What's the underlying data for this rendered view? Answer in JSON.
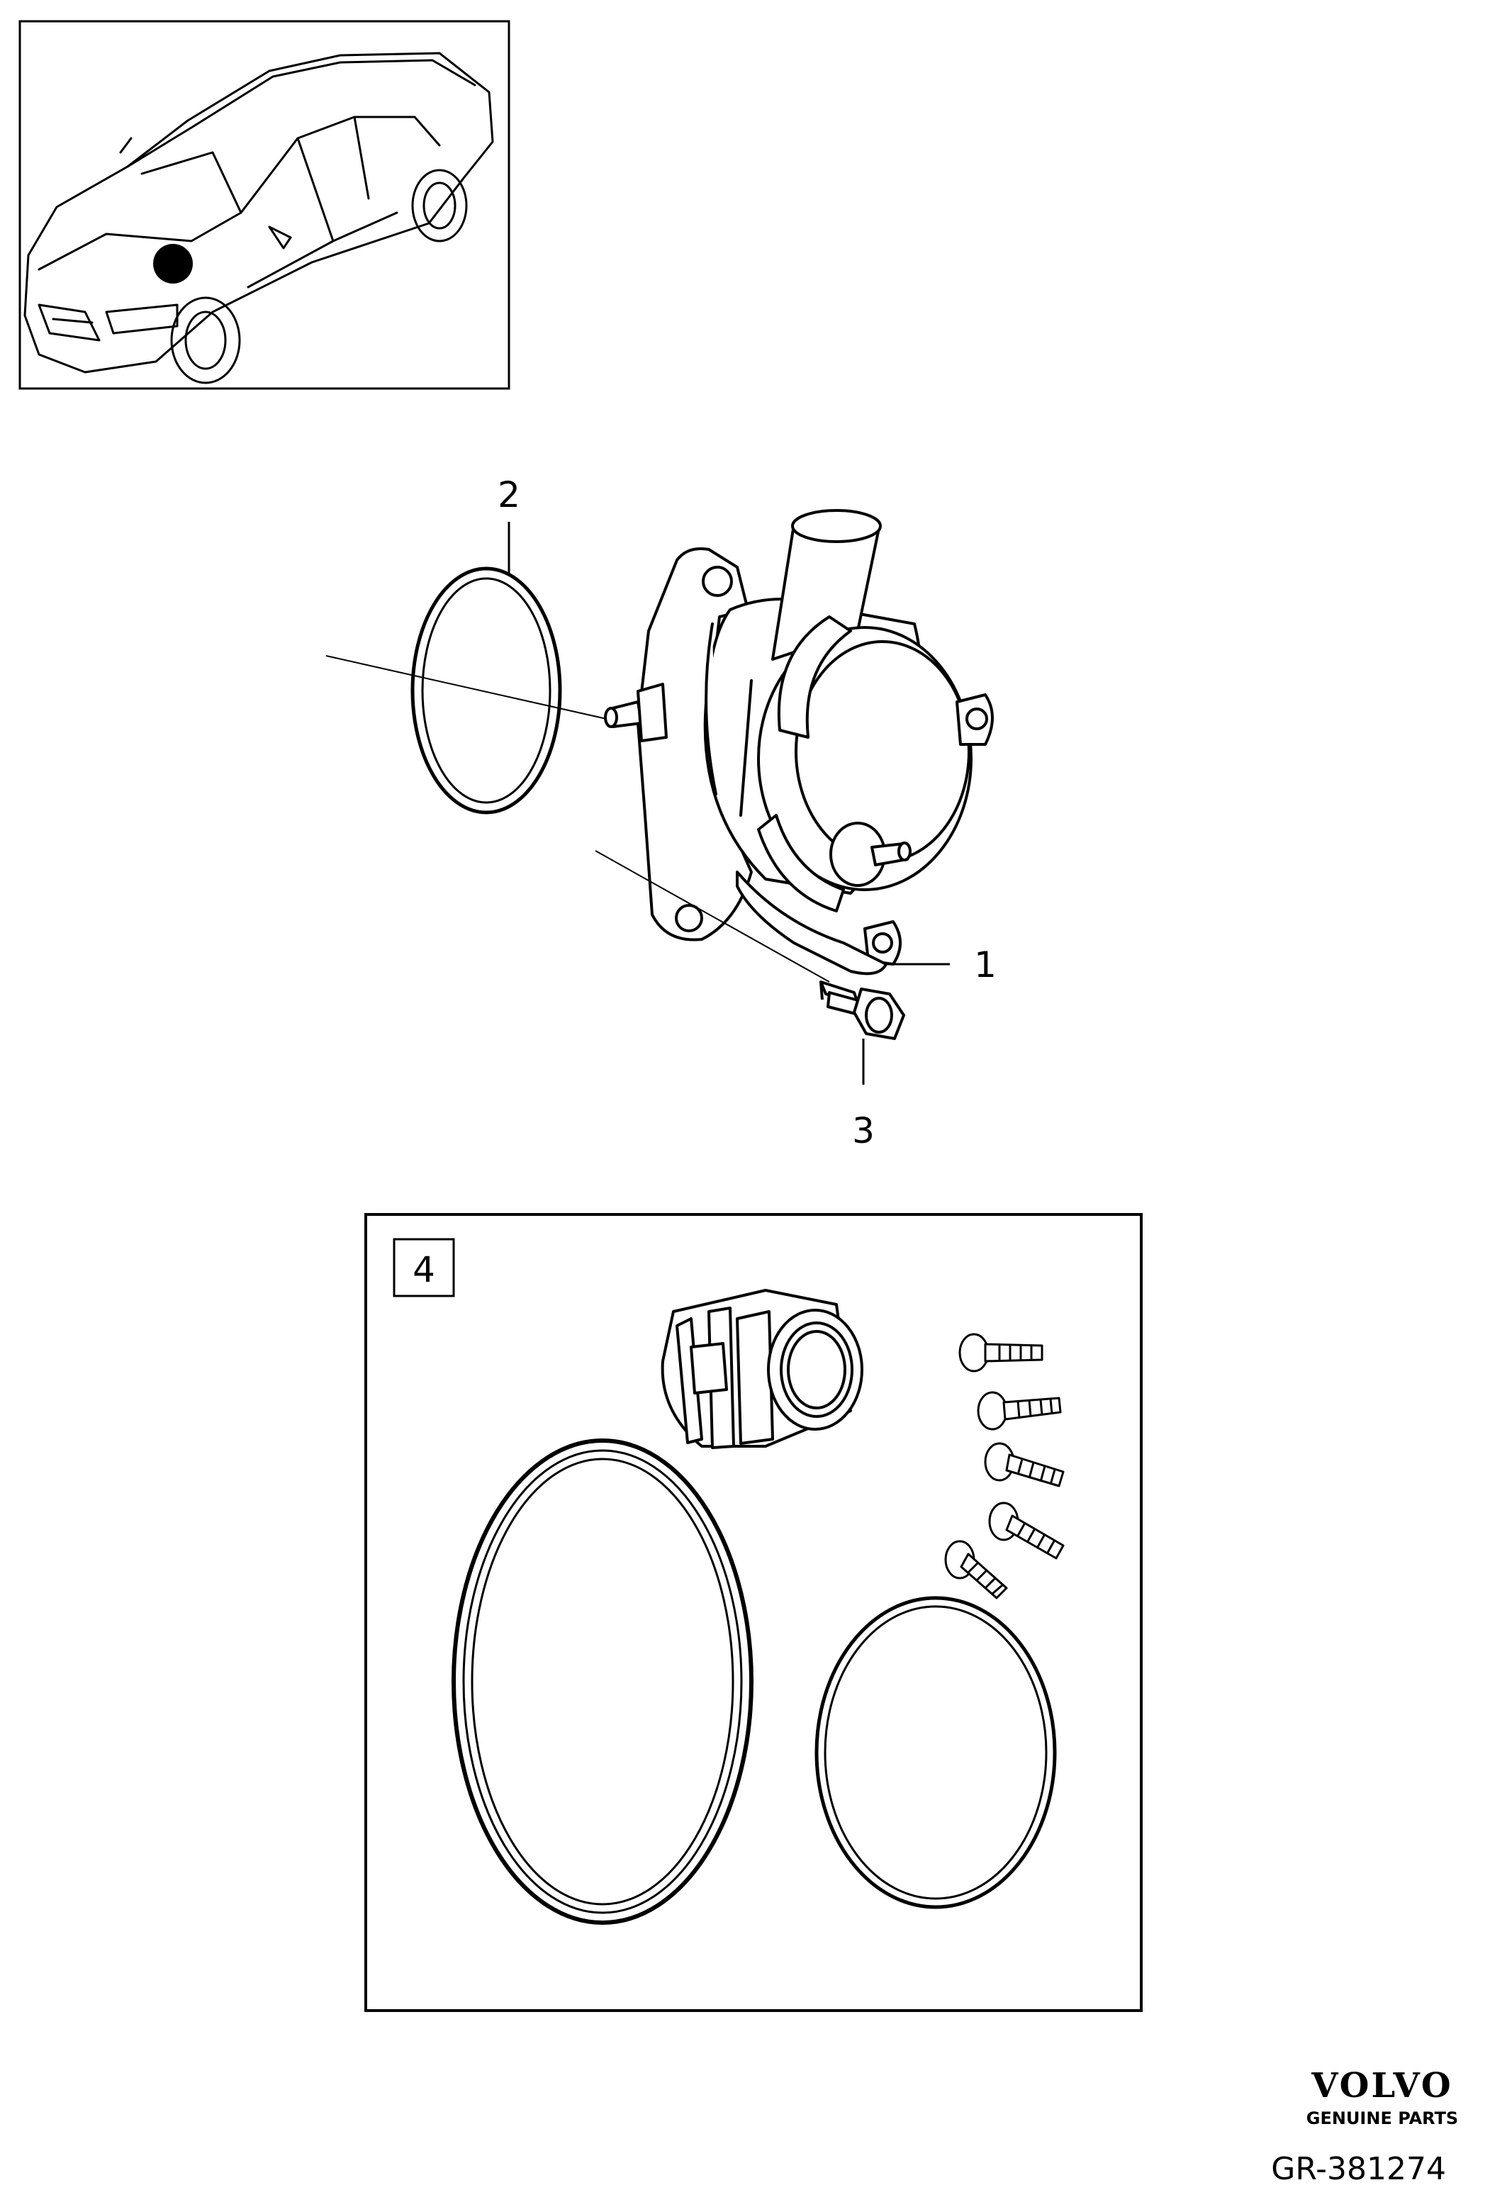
{
  "callouts": {
    "c1": "1",
    "c2": "2",
    "c3": "3",
    "c4": "4"
  },
  "brand": {
    "name": "VOLVO",
    "tagline": "GENUINE PARTS"
  },
  "reference": "GR-381274",
  "icons": [
    "car-locator-icon",
    "vacuum-pump-icon",
    "o-ring-icon",
    "bolt-icon",
    "coupling-icon",
    "screw-icon",
    "gasket-icon"
  ]
}
